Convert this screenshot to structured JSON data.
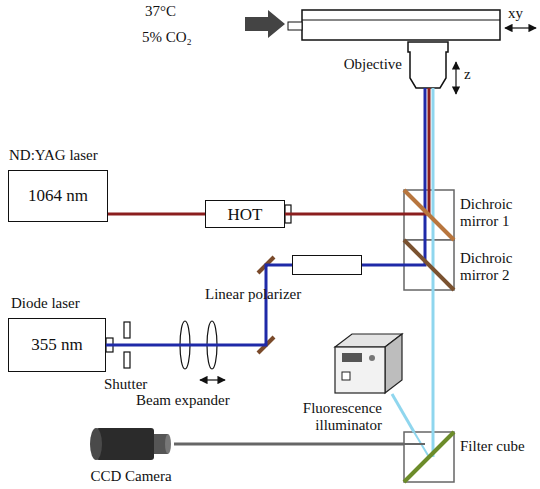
{
  "diagram": {
    "nodes": [
      {
        "text": [
          "Objective"
        ]
      },
      {
        "text": [
          "ND:YAG laser",
          "1064 nm"
        ]
      },
      {
        "text": [
          "HOT"
        ]
      },
      {
        "text": [
          "Dichroic mirror 1"
        ]
      },
      {
        "text": [
          "Dichroic mirror 2"
        ]
      },
      {
        "text": [
          "Linear polarizer"
        ]
      },
      {
        "text": [
          "Diode laser",
          "355 nm"
        ]
      },
      {
        "text": [
          "Fluorescence illuminator"
        ]
      },
      {
        "text": [
          "Filter cube"
        ]
      },
      {
        "text": [
          "CCD Camera"
        ]
      }
    ],
    "edges": [
      {
        "from": 1,
        "to": 2,
        "arrow": "none"
      },
      {
        "from": 2,
        "to": 3,
        "arrow": "none"
      },
      {
        "from": 3,
        "to": 0,
        "arrow": "none"
      },
      {
        "from": 4,
        "to": 3,
        "arrow": "none"
      },
      {
        "from": 6,
        "to": 5,
        "arrow": "none"
      },
      {
        "from": 5,
        "to": 4,
        "arrow": "none"
      },
      {
        "from": 8,
        "to": 4,
        "arrow": "none"
      },
      {
        "from": 7,
        "to": 8,
        "arrow": "none"
      },
      {
        "from": 8,
        "to": 9,
        "arrow": "none"
      }
    ],
    "labels": [
      "37°C",
      "5% CO₂",
      "xy",
      "z",
      "Shutter",
      "Beam expander"
    ]
  }
}
